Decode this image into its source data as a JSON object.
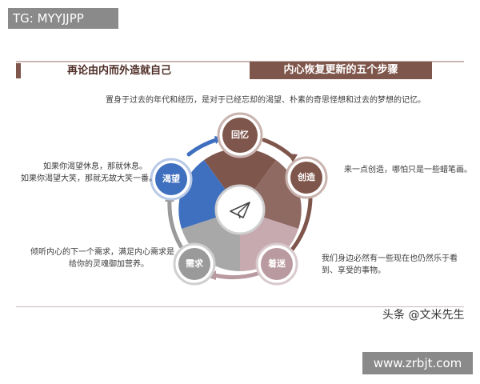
{
  "top_badge": "TG: MYYJJPP",
  "header": {
    "left_title": "再论由内而外造就自己",
    "right_title": "内心恢复更新的五个步骤"
  },
  "intro": "置身于过去的年代和经历，是对于已经忘却的渴望、朴素的奇思怪想和过去的梦想的记忆。",
  "steps": [
    {
      "label": "回忆",
      "color": "#7f564b"
    },
    {
      "label": "创造",
      "color": "#7f564b"
    },
    {
      "label": "着迷",
      "color": "#b99aa0"
    },
    {
      "label": "需求",
      "color": "#9a9a9a"
    },
    {
      "label": "渴望",
      "color": "#3f6fbf"
    }
  ],
  "descriptions": {
    "create": "来一点创造，哪怕只是一些蜡笔画。",
    "fascinate": [
      "我们身边必然有一些现在也仍然乐于看",
      "到、享受的事物。"
    ],
    "need": [
      "倾听内心的下一个需求，满足内心需求是",
      "给你的灵魂御加营养。"
    ],
    "desire": [
      "如果你渴望休息，那就休息。",
      "如果你渴望大笑，那就无故大笑一番。"
    ]
  },
  "center_icon": "paper-plane-icon",
  "watermark": "头条 @文米先生",
  "bottom_badge": "www.zrbjt.com"
}
